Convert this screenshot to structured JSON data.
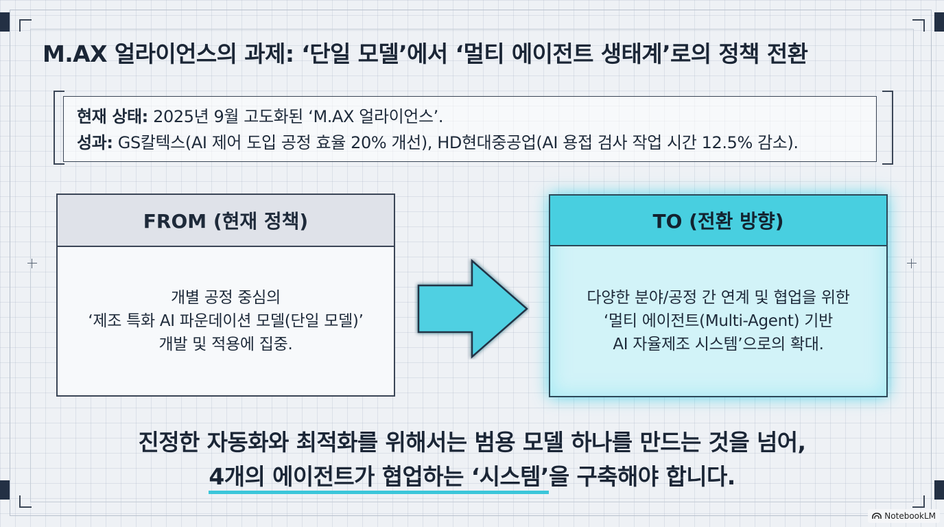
{
  "title": "M.AX 얼라이언스의 과제: ‘단일 모델’에서 ‘멀티 에이전트 생태계’로의 정책 전환",
  "status": {
    "line1_label": "현재 상태:",
    "line1_text": " 2025년 9월 고도화된 ‘M.AX 얼라이언스’.",
    "line2_label": "성과:",
    "line2_text": " GS칼텍스(AI 제어 도입 공정 효율 20% 개선), HD현대중공업(AI 용접 검사 작업 시간 12.5% 감소)."
  },
  "from": {
    "heading": "FROM (현재 정책)",
    "lines": [
      "개별 공정 중심의",
      "‘제조 특화 AI 파운데이션 모델(단일 모델)’",
      "개발 및 적용에 집중."
    ]
  },
  "arrow_icon": "right-arrow-icon",
  "to": {
    "heading": "TO (전환 방향)",
    "lines": [
      "다양한 분야/공정 간 연계 및 협업을 위한",
      "‘멀티 에이전트(Multi-Agent) 기반",
      "AI 자율제조 시스템’으로의 확대."
    ]
  },
  "conclusion": {
    "line1": "진정한 자동화와 최적화를 위해서는 범용 모델 하나를 만드는 것을 넘어,",
    "line2_highlight": "4개의 에이전트가 협업하는 ‘시스템’",
    "line2_rest": "을 구축해야 합니다."
  },
  "watermark": "NotebookLM",
  "colors": {
    "accent": "#48cfe0",
    "panel_border": "#3a4556",
    "background": "#eef1f5"
  }
}
